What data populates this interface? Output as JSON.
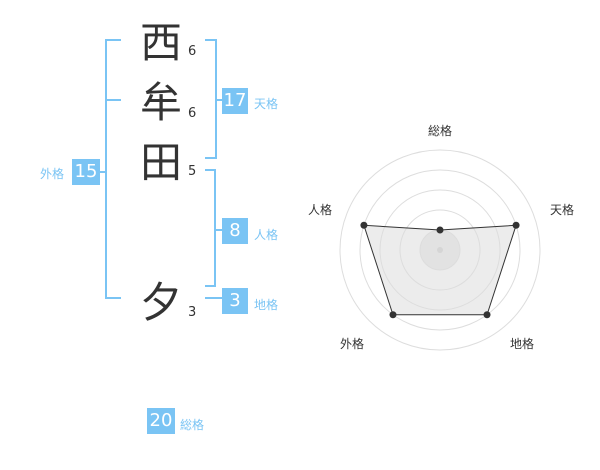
{
  "name": {
    "chars": [
      "西",
      "牟",
      "田",
      "夕"
    ],
    "strokes": [
      "6",
      "6",
      "5",
      "3"
    ]
  },
  "fortune": {
    "tenkaku": {
      "value": "17",
      "label": "天格"
    },
    "jinkaku": {
      "value": "8",
      "label": "人格"
    },
    "chikaku": {
      "value": "3",
      "label": "地格"
    },
    "gaikaku": {
      "value": "15",
      "label": "外格"
    },
    "soukaku": {
      "value": "20",
      "label": "総格"
    }
  },
  "colors": {
    "accent": "#7ac4f4",
    "text": "#333333",
    "grid": "#dddddd",
    "fill": "#eeeeee"
  },
  "chart_data": {
    "type": "radar",
    "axes": [
      "総格",
      "天格",
      "地格",
      "外格",
      "人格"
    ],
    "levels": 5,
    "max": 5,
    "values": [
      1,
      4,
      4,
      4,
      4
    ]
  }
}
